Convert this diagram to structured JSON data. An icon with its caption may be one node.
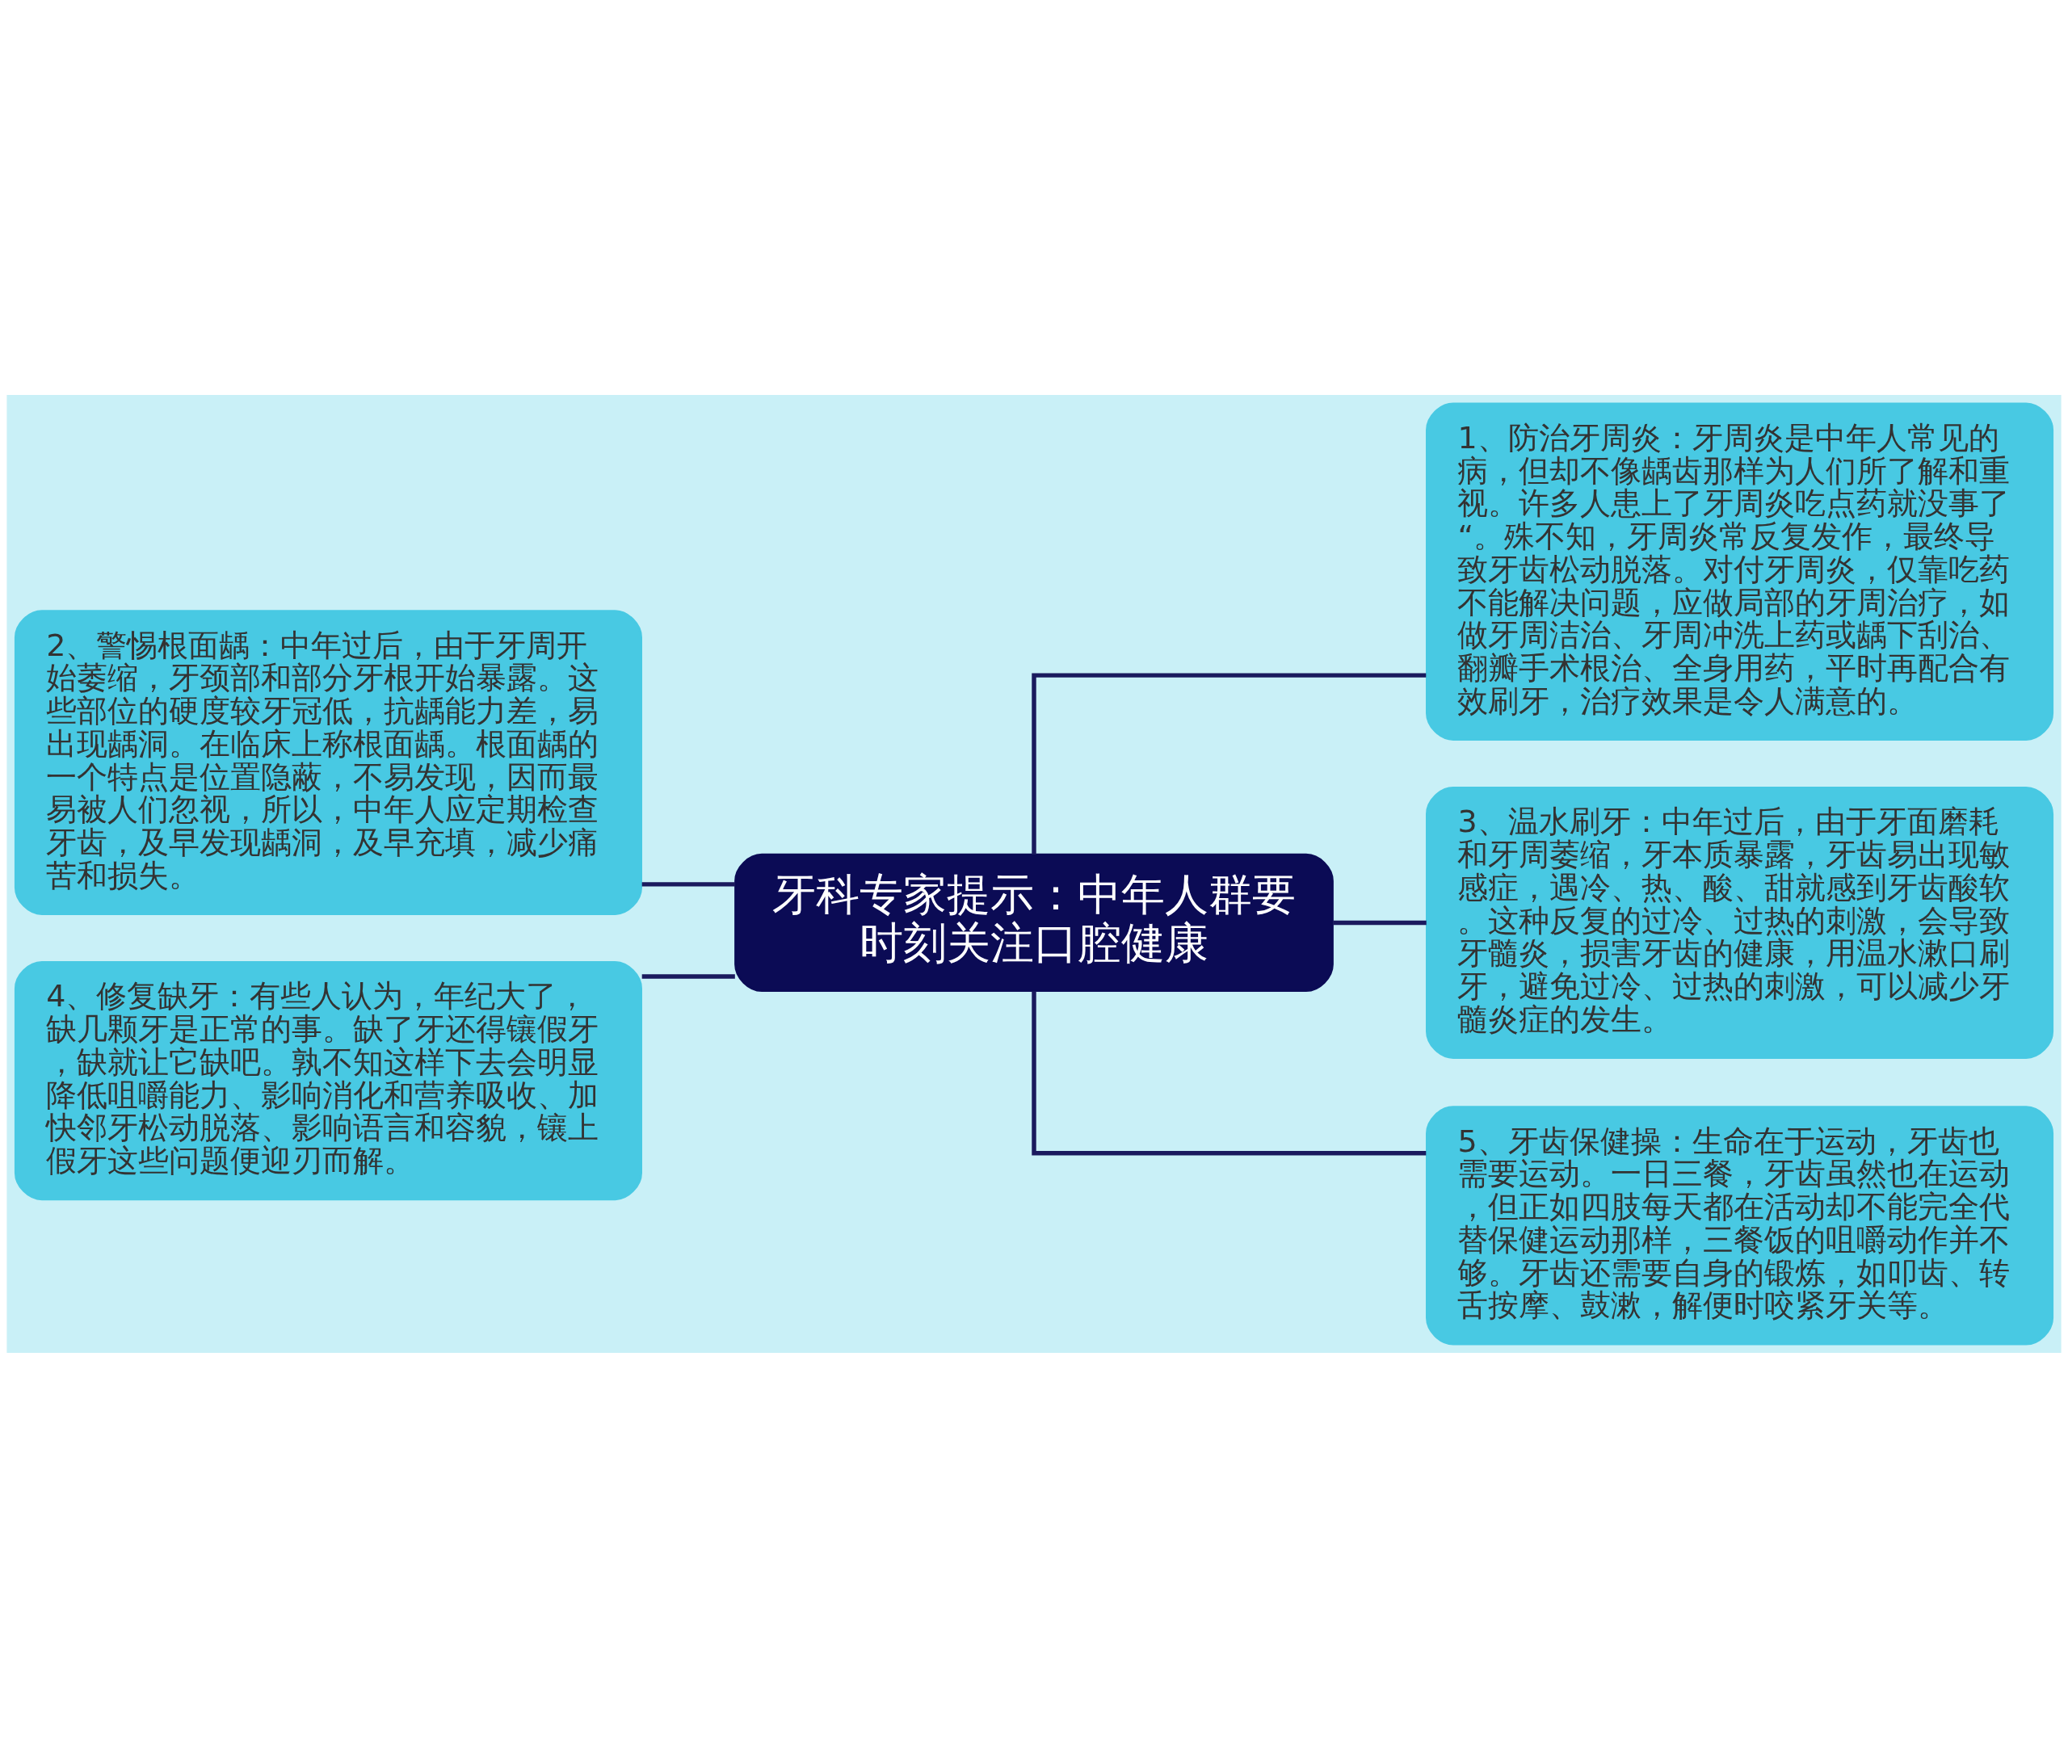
{
  "diagram": {
    "nodes": [
      {
        "text": [
          "牙科专家提示：中年人群要时刻关注口腔健康"
        ]
      },
      {
        "text": [
          "1、防治牙周炎：牙周炎是中年人常见的病，但却不像龋齿那样为人们所了解和重视。许多人患上了牙周炎吃点药就没事了“。殊不知，牙周炎常反复发作，最终导致牙齿松动脱落。对付牙周炎，仅靠吃药不能解决问题，应做局部的牙周治疗，如做牙周洁治、牙周冲洗上药或龋下刮治、翻瓣手术根治、全身用药，平时再配合有效刷牙，治疗效果是令人满意的。"
        ]
      },
      {
        "text": [
          "2、警惕根面龋：中年过后，由于牙周开始萎缩，牙颈部和部分牙根开始暴露。这些部位的硬度较牙冠低，抗龋能力差，易出现龋洞。在临床上称根面龋。根面龋的一个特点是位置隐蔽，不易发现，因而最易被人们忽视，所以，中年人应定期检查牙齿，及早发现龋洞，及早充填，减少痛苦和损失。"
        ]
      },
      {
        "text": [
          "3、温水刷牙：中年过后，由于牙面磨耗和牙周萎缩，牙本质暴露，牙齿易出现敏感症，遇冷、热、酸、甜就感到牙齿酸软。这种反复的过冷、过热的刺激，会导致牙髓炎，损害牙齿的健康，用温水漱口刷牙，避免过冷、过热的刺激，可以减少牙髓炎症的发生。"
        ]
      },
      {
        "text": [
          "4、修复缺牙：有些人认为，年纪大了，缺几颗牙是正常的事。缺了牙还得镶假牙，缺就让它缺吧。孰不知这样下去会明显降低咀嚼能力、影响消化和营养吸收、加快邻牙松动脱落、影响语言和容貌，镶上假牙这些问题便迎刃而解。"
        ]
      },
      {
        "text": [
          "5、牙齿保健操：生命在于运动，牙齿也需要运动。一日三餐，牙齿虽然也在运动，但正如四肢每天都在活动却不能完全代替保健运动那样，三餐饭的咀嚼动作并不够。牙齿还需要自身的锻炼，如叩齿、转舌按摩、鼓漱，解便时咬紧牙关等。"
        ]
      }
    ],
    "edges": [
      {
        "from": 0,
        "to": 1,
        "arrow": "none"
      },
      {
        "from": 0,
        "to": 2,
        "arrow": "none"
      },
      {
        "from": 0,
        "to": 3,
        "arrow": "none"
      },
      {
        "from": 0,
        "to": 4,
        "arrow": "none"
      },
      {
        "from": 0,
        "to": 5,
        "arrow": "none"
      }
    ]
  }
}
